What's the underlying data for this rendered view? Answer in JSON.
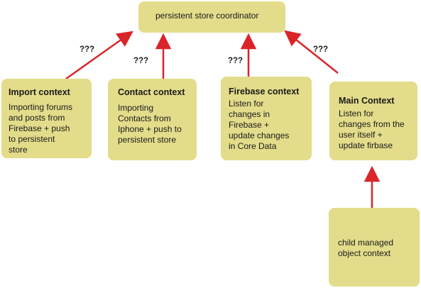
{
  "root": {
    "text": "persistent store coordinator"
  },
  "contexts": [
    {
      "title": "Import context",
      "body": "Importing forums\nand posts from\nFirebase + push\nto persistent\nstore"
    },
    {
      "title": "Contact context",
      "body": "Importing\nContacts from\nIphone + push to\npersistent store"
    },
    {
      "title": "Firebase context",
      "body": "Listen for\nchanges in\nFirebase +\nupdate changes\nin Core Data"
    },
    {
      "title": "Main Context",
      "body": "Listen for\nchanges from the\nuser itself +\nupdate firbase"
    }
  ],
  "child": {
    "text": "child managed\nobject context"
  },
  "question_labels": [
    "???",
    "???",
    "???",
    "???"
  ],
  "colors": {
    "box_fill": "#e3dc8a",
    "arrow": "#d9252a"
  }
}
